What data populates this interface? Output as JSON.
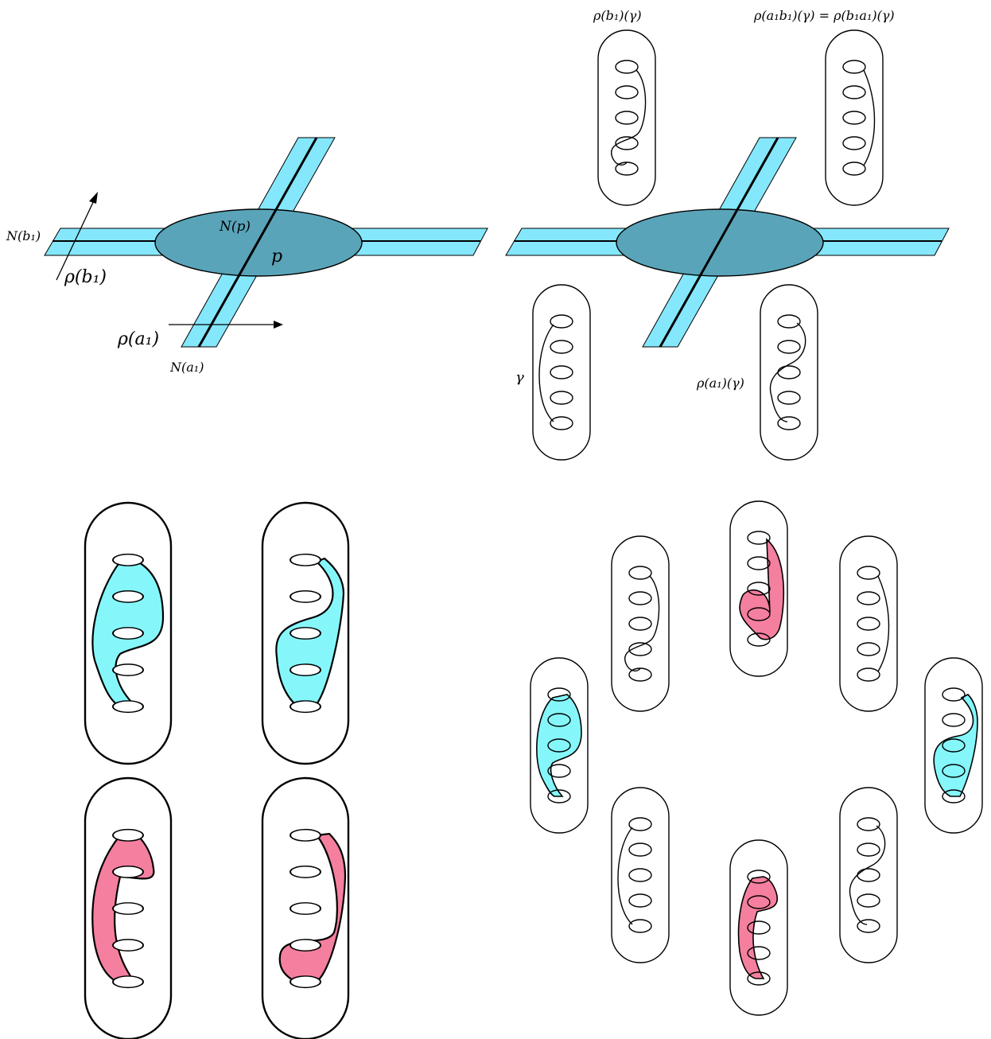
{
  "colors": {
    "band": "#85e7fc",
    "disk": "#5aa4b9",
    "cyan_region": "#85f7fb",
    "pink_region": "#f57f9e",
    "ink": "#000000"
  },
  "labels": {
    "n_b1": "N(b₁)",
    "n_p": "N(p)",
    "p": "p",
    "rho_b1": "ρ(b₁)",
    "rho_a1": "ρ(a₁)",
    "n_a1": "N(a₁)",
    "rho_b1_gamma": "ρ(b₁)(γ)",
    "rho_a1b1_gamma": "ρ(a₁b₁)(γ) = ρ(b₁a₁)(γ)",
    "gamma": "γ",
    "rho_a1_gamma": "ρ(a₁)(γ)"
  }
}
